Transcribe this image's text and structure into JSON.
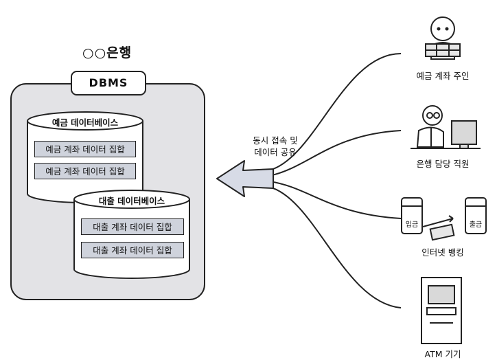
{
  "bank": {
    "title": "○○은행",
    "dbms_label": "DBMS"
  },
  "databases": [
    {
      "name": "예금 데이터베이스",
      "records": [
        "예금 계좌 데이터 집합",
        "예금 계좌 데이터 집합"
      ]
    },
    {
      "name": "대출 데이터베이스",
      "records": [
        "대출 계좌 데이터 집합",
        "대출 계좌 데이터 집합"
      ]
    }
  ],
  "arrow_caption": {
    "line1": "동시 접속 및",
    "line2": "데이터 공유"
  },
  "actors": [
    {
      "name": "예금 계좌 주인",
      "icon": "account-owner-icon"
    },
    {
      "name": "은행 담당 직원",
      "icon": "bank-clerk-icon"
    },
    {
      "name": "인터넷 뱅킹",
      "icon": "smartphone-transfer-icon",
      "left_phone_text": "입금",
      "right_phone_text": "출금"
    },
    {
      "name": "ATM 기기",
      "icon": "atm-icon"
    }
  ],
  "colors": {
    "panel_fill": "#e3e3e6",
    "record_fill": "#cfd3dc",
    "arrow_fill": "#d7dbe6",
    "stroke": "#222222"
  }
}
